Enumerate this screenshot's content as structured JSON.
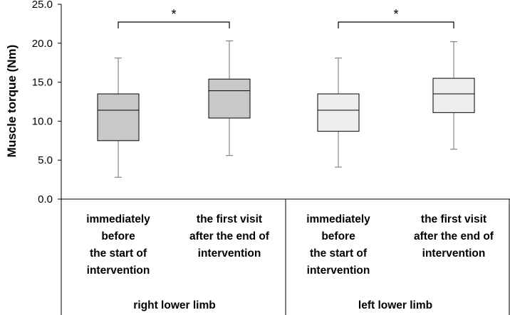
{
  "chart_data": {
    "type": "box",
    "title": "",
    "ylabel": "Muscle torque (Nm)",
    "ylim": [
      0,
      25
    ],
    "yticks": [
      "0.0",
      "5.0",
      "10.0",
      "15.0",
      "20.0",
      "25.0"
    ],
    "grid": false,
    "groups": [
      {
        "name": "right lower limb",
        "color": "#c8c8c8",
        "boxes": [
          {
            "label": [
              "immediately",
              "before",
              "the start of",
              "intervention"
            ],
            "min": 2.8,
            "q1": 7.5,
            "median": 11.4,
            "q3": 13.5,
            "max": 18.1
          },
          {
            "label": [
              "the first visit",
              "after the end of",
              "intervention"
            ],
            "min": 5.6,
            "q1": 10.4,
            "median": 13.9,
            "q3": 15.4,
            "max": 20.3
          }
        ],
        "significance": "*"
      },
      {
        "name": "left lower limb",
        "color": "#eeeeee",
        "boxes": [
          {
            "label": [
              "immediately",
              "before",
              "the start of",
              "intervention"
            ],
            "min": 4.1,
            "q1": 8.7,
            "median": 11.4,
            "q3": 13.5,
            "max": 18.1
          },
          {
            "label": [
              "the first visit",
              "after the end of",
              "intervention"
            ],
            "min": 6.4,
            "q1": 11.1,
            "median": 13.5,
            "q3": 15.5,
            "max": 20.2
          }
        ],
        "significance": "*"
      }
    ]
  }
}
